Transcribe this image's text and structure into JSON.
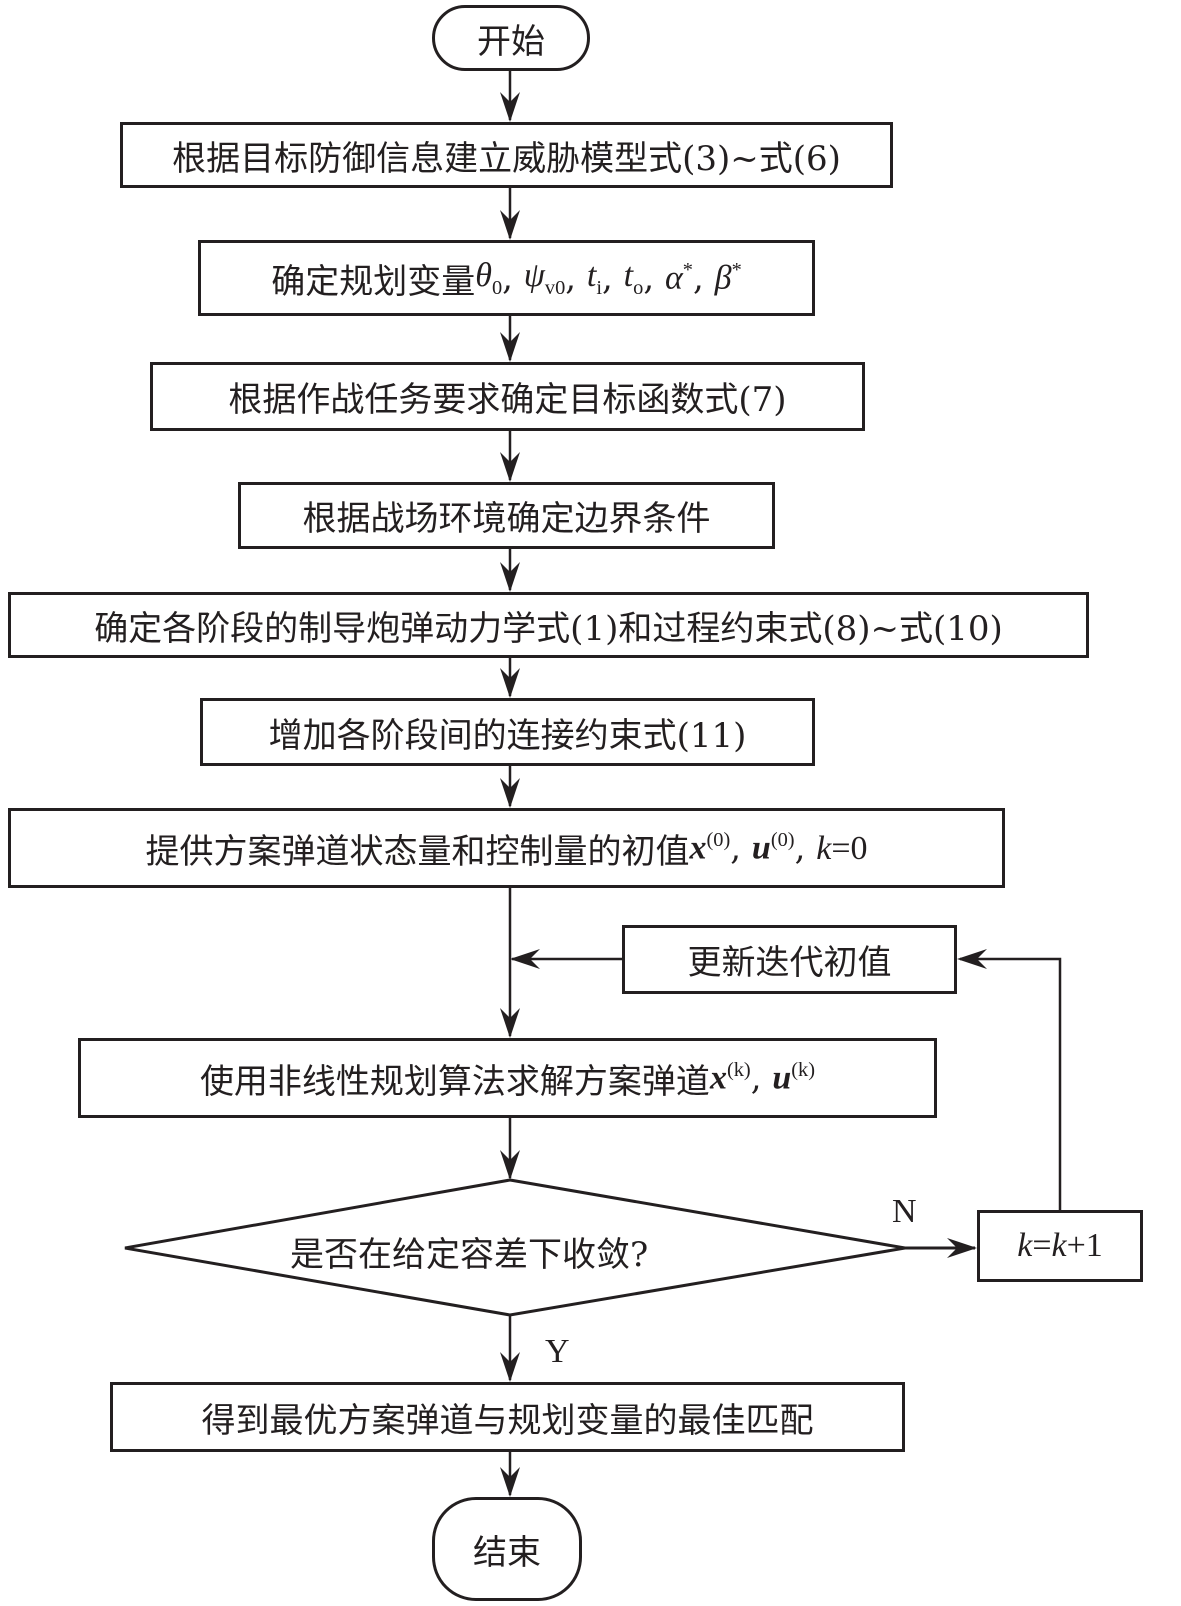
{
  "flowchart": {
    "start": "开始",
    "steps": [
      "根据目标防御信息建立威胁模型式(3)~式(6)",
      "确定规划变量",
      "根据作战任务要求确定目标函数式(7)",
      "根据战场环境确定边界条件",
      "确定各阶段的制导炮弹动力学式(1)和过程约束式(8)~式(10)",
      "增加各阶段间的连接约束式(11)",
      "提供方案弹道状态量和控制量的初值",
      "使用非线性规划算法求解方案弹道"
    ],
    "step2_vars": {
      "theta": "θ",
      "theta_sub": "0",
      "psi": "ψ",
      "psi_sub": "v0",
      "ti": "t",
      "ti_sub": "i",
      "to": "t",
      "to_sub": "o",
      "alpha": "α",
      "alpha_sup": "*",
      "beta": "β",
      "beta_sup": "*",
      "sep": ", "
    },
    "step7_vars": {
      "x": "x",
      "x_sup": "(0)",
      "u": "u",
      "u_sup": "(0)",
      "k": "k",
      "k_eq": "=0",
      "sep": ", "
    },
    "step8_vars": {
      "x": "x",
      "x_sup": "(k)",
      "u": "u",
      "u_sup": "(k)",
      "sep": ", "
    },
    "update": "更新迭代初值",
    "decision": "是否在给定容差下收敛?",
    "increment": {
      "k1": "k",
      "eq": "=",
      "k2": "k",
      "plus": "+1"
    },
    "no_label": "N",
    "yes_label": "Y",
    "result": "得到最优方案弹道与规划变量的最佳匹配",
    "end": "结束"
  }
}
